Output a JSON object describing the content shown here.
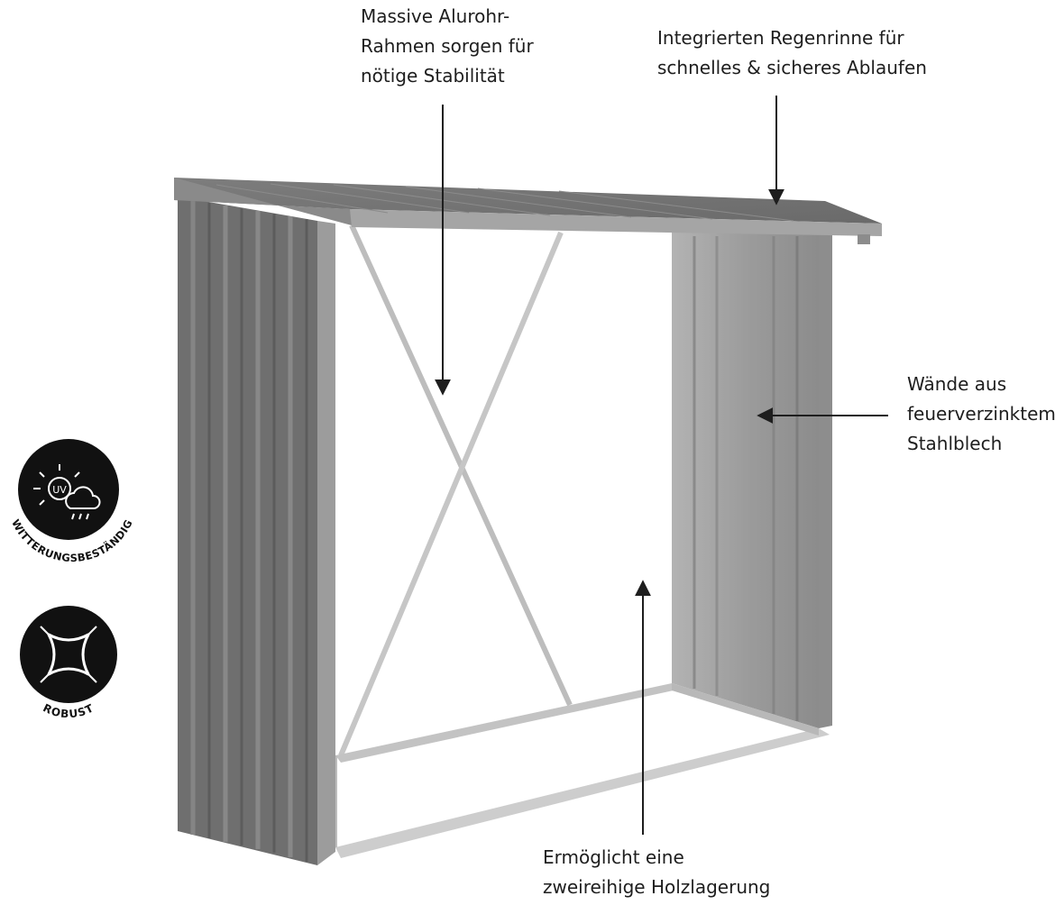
{
  "callouts": {
    "frame": {
      "lines": [
        "Massive Alurohr-",
        "Rahmen sorgen für",
        "nötige Stabilität"
      ]
    },
    "gutter": {
      "lines": [
        "Integrierten Regenrinne für",
        "schnelles & sicheres Ablaufen"
      ]
    },
    "walls": {
      "lines": [
        "Wände aus",
        "feuerverzinktem",
        "Stahlblech"
      ]
    },
    "storage": {
      "lines": [
        "Ermöglicht eine",
        "zweireihige Holzlagerung"
      ]
    }
  },
  "badges": {
    "weather": {
      "label": "WITTERUNGSBESTÄNDIG",
      "icon_text": "UV",
      "icon": "uv-sun-cloud-icon"
    },
    "robust": {
      "label": "ROBUST",
      "icon": "robust-square-icon"
    }
  },
  "colors": {
    "panel_dark": "#6b6b6b",
    "panel_mid": "#8a8a8a",
    "panel_light": "#a9a9a9",
    "frame_silver": "#c4c4c4",
    "badge_bg": "#111111",
    "text": "#1e1e1e"
  }
}
